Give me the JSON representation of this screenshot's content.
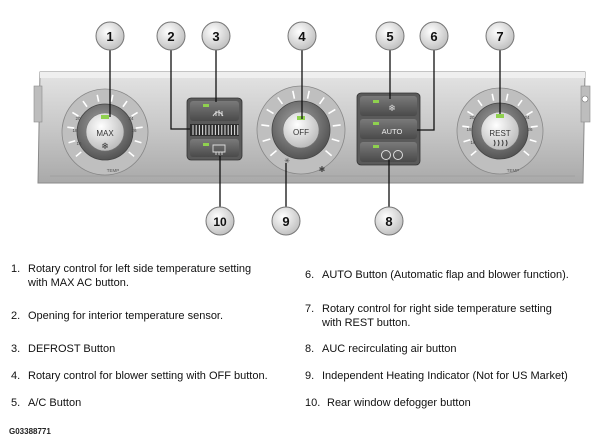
{
  "callouts": [
    "1",
    "2",
    "3",
    "4",
    "5",
    "6",
    "7",
    "8",
    "9",
    "10"
  ],
  "panel": {
    "left_button": "MAX",
    "center_button": "OFF",
    "auto_button": "AUTO",
    "right_button": "REST",
    "temp_label": "TEMP",
    "scale_numbers": [
      "16",
      "18",
      "20",
      "22",
      "24",
      "26",
      "28"
    ]
  },
  "legend": [
    {
      "num": "1.",
      "lines": [
        "Rotary control for left side temperature setting",
        "with MAX AC button."
      ]
    },
    {
      "num": "2.",
      "lines": [
        "Opening for interior temperature sensor."
      ]
    },
    {
      "num": "3.",
      "lines": [
        "DEFROST Button"
      ]
    },
    {
      "num": "4.",
      "lines": [
        "Rotary control for blower setting with OFF button."
      ]
    },
    {
      "num": "5.",
      "lines": [
        "A/C Button"
      ]
    },
    {
      "num": "6.",
      "lines": [
        "AUTO Button (Automatic flap and blower function)."
      ]
    },
    {
      "num": "7.",
      "lines": [
        "Rotary control for right side temperature setting",
        "with REST button."
      ]
    },
    {
      "num": "8.",
      "lines": [
        "AUC recirculating air button"
      ]
    },
    {
      "num": "9.",
      "lines": [
        "Independent Heating Indicator (Not for US Market)"
      ]
    },
    {
      "num": "10.",
      "lines": [
        "Rear window defogger button"
      ]
    }
  ],
  "figure_id": "G03388771",
  "colors": {
    "panel": "#c9c9c9",
    "knob": "#7d7d7d",
    "led": "#8fd14f"
  }
}
